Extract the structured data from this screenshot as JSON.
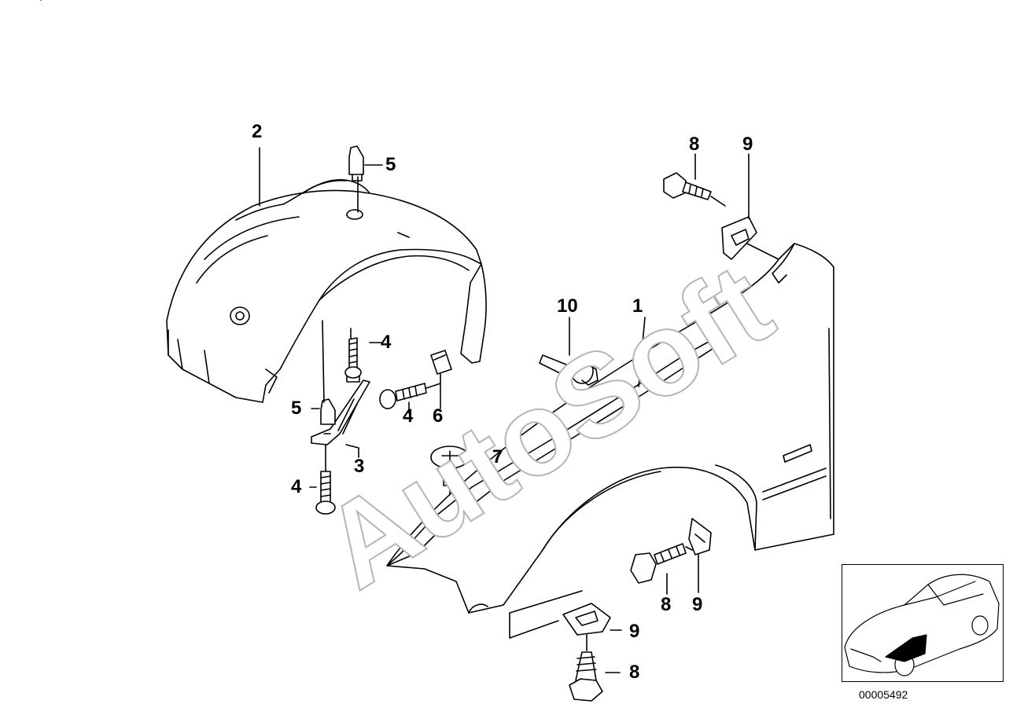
{
  "diagram": {
    "part_labels": {
      "fender": "1",
      "wheel_arch_liner": "2",
      "bracket": "3",
      "screw_top": "4",
      "screw_mid": "4",
      "screw_bottom": "4",
      "expanding_rivet_top": "5",
      "expanding_rivet_mid": "5",
      "clip_nut": "6",
      "body_screw": "7",
      "hex_bolt_top": "8",
      "hex_bolt_right": "8",
      "hex_bolt_bottom": "8",
      "nut_top": "9",
      "nut_right": "9",
      "nut_bottom": "9",
      "rivet_pin": "10"
    },
    "watermark": "AutoSoft",
    "reference_number": "00005492"
  }
}
